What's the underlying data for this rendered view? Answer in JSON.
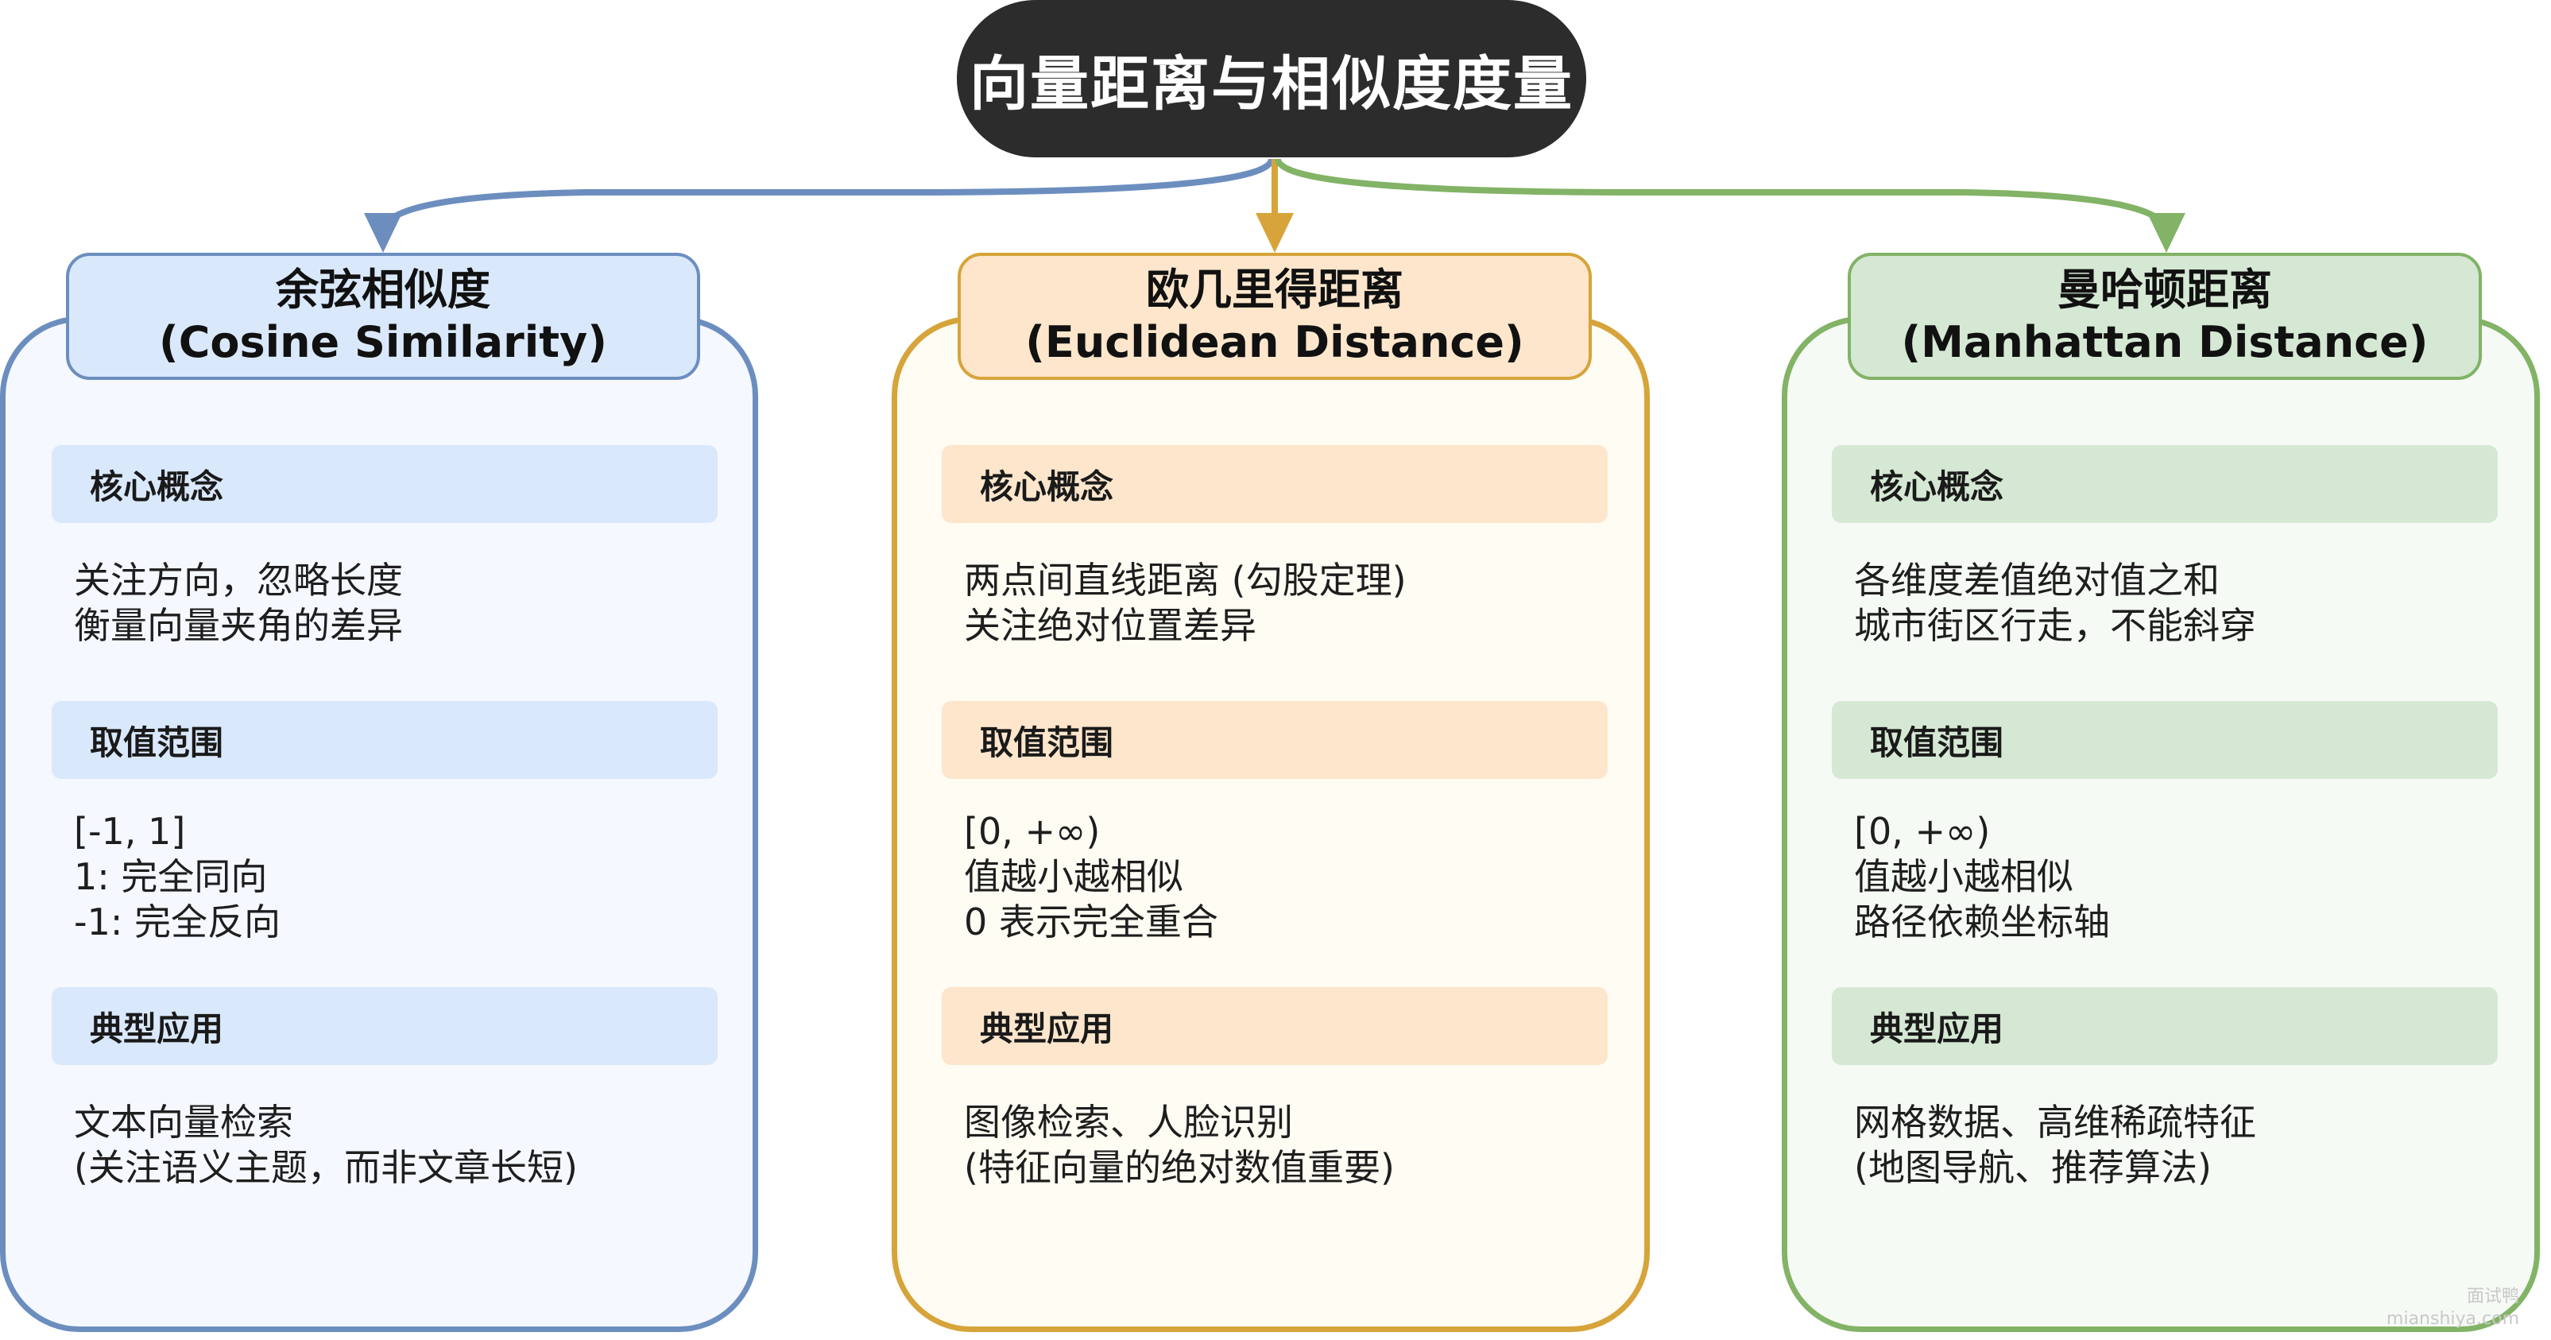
{
  "title": "向量距离与相似度度量",
  "colors": {
    "cosine": {
      "border": "#6c8ebf",
      "header": "#dae8fc",
      "bar": "#dae8fc",
      "panel": "#f5f8fe"
    },
    "euclidean": {
      "border": "#d6a43a",
      "header": "#fde6cc",
      "bar": "#fde6cc",
      "panel": "#fffcf3"
    },
    "manhattan": {
      "border": "#82b366",
      "header": "#d5e8d4",
      "bar": "#d5e8d4",
      "panel": "#f6faf5"
    }
  },
  "cards": [
    {
      "key": "cosine",
      "title_cn": "余弦相似度",
      "title_en": "(Cosine Similarity)",
      "sections": [
        {
          "label": "核心概念",
          "lines": [
            "关注方向，忽略长度",
            "衡量向量夹角的差异"
          ]
        },
        {
          "label": "取值范围",
          "lines": [
            "[-1, 1]",
            "1: 完全同向",
            "-1: 完全反向"
          ]
        },
        {
          "label": "典型应用",
          "lines": [
            "文本向量检索",
            "(关注语义主题，而非文章长短)"
          ]
        }
      ]
    },
    {
      "key": "euclidean",
      "title_cn": "欧几里得距离",
      "title_en": "(Euclidean Distance)",
      "sections": [
        {
          "label": "核心概念",
          "lines": [
            "两点间直线距离 (勾股定理)",
            "关注绝对位置差异"
          ]
        },
        {
          "label": "取值范围",
          "lines": [
            "[0, +∞)",
            "值越小越相似",
            "0 表示完全重合"
          ]
        },
        {
          "label": "典型应用",
          "lines": [
            "图像检索、人脸识别",
            "(特征向量的绝对数值重要)"
          ]
        }
      ]
    },
    {
      "key": "manhattan",
      "title_cn": "曼哈顿距离",
      "title_en": "(Manhattan Distance)",
      "sections": [
        {
          "label": "核心概念",
          "lines": [
            "各维度差值绝对值之和",
            "城市街区行走，不能斜穿"
          ]
        },
        {
          "label": "取值范围",
          "lines": [
            "[0, +∞)",
            "值越小越相似",
            "路径依赖坐标轴"
          ]
        },
        {
          "label": "典型应用",
          "lines": [
            "网格数据、高维稀疏特征",
            "(地图导航、推荐算法)"
          ]
        }
      ]
    }
  ],
  "watermark": {
    "line1": "面试鸭",
    "line2": "mianshiya.com"
  }
}
